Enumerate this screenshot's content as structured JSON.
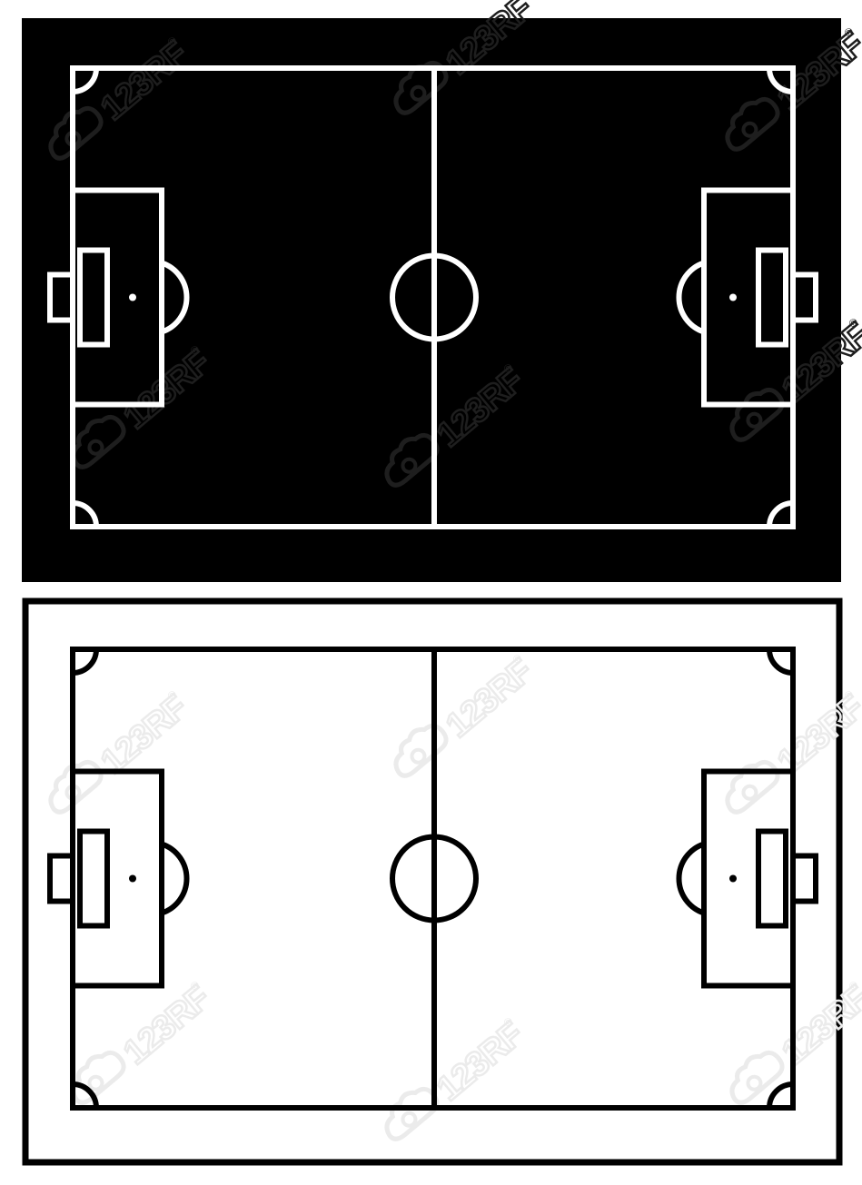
{
  "image": {
    "description_free": true
  },
  "fields": [
    {
      "id": "top",
      "theme": "dark",
      "background_color": "#000000",
      "line_color": "#ffffff",
      "frame_color": "#000000"
    },
    {
      "id": "bottom",
      "theme": "light",
      "background_color": "#ffffff",
      "line_color": "#000000",
      "frame_color": "#000000"
    }
  ],
  "watermark": {
    "text": "123RF",
    "registered_mark": "®",
    "color_on_dark": "#1e1e1e",
    "color_on_light": "#ebebeb"
  }
}
